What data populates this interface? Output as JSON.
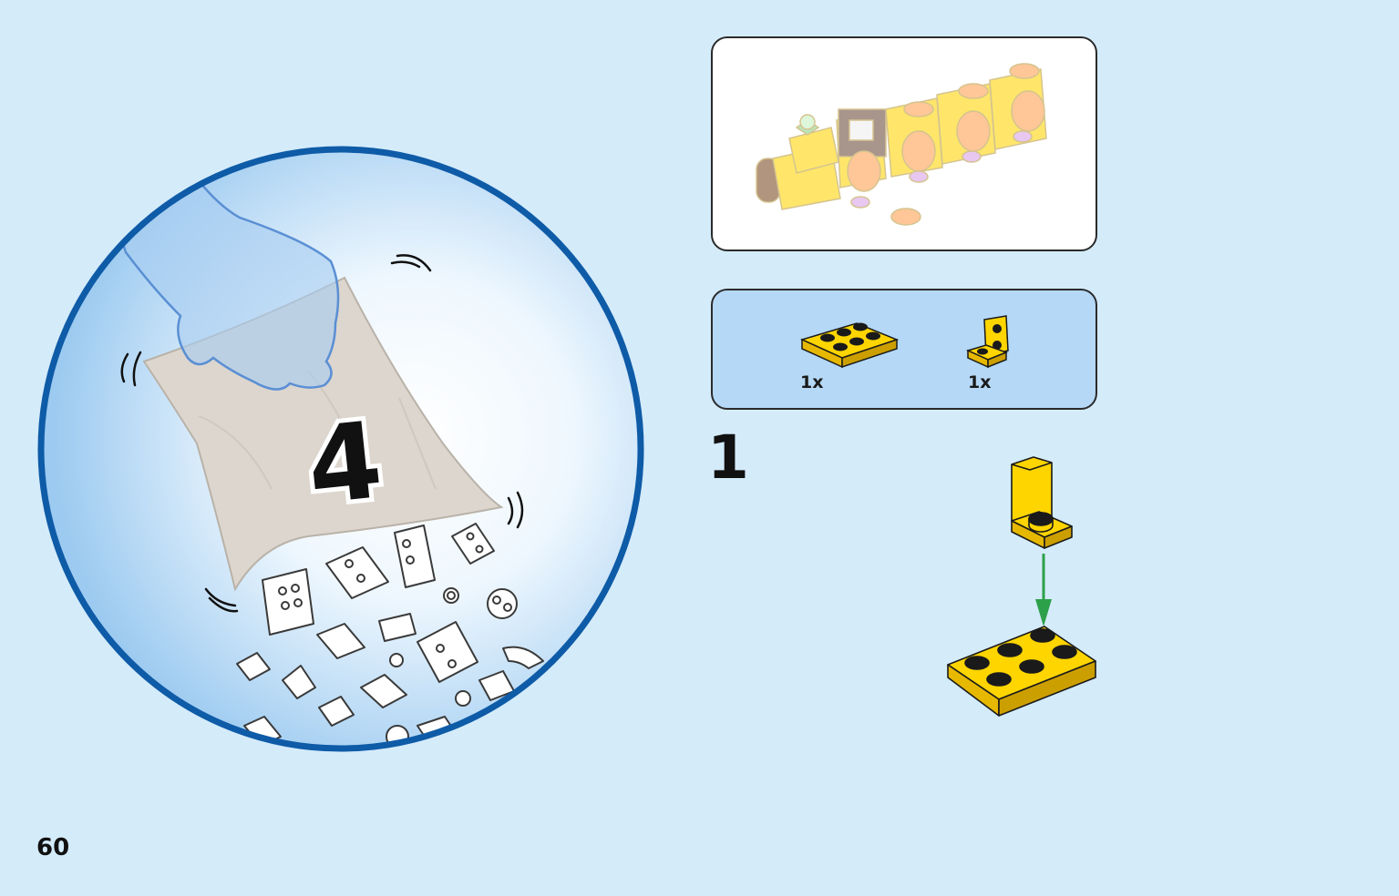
{
  "bag": {
    "number": "4",
    "icons": [
      "hand-icon",
      "paper-bag-icon",
      "loose-bricks-icon"
    ]
  },
  "model_preview": {
    "icon": "caterpillar-model-icon"
  },
  "parts_list": {
    "items": [
      {
        "icon": "plate-2x3-icon",
        "quantity": "1x",
        "color": "#ffd500"
      },
      {
        "icon": "bracket-1x1-icon",
        "quantity": "1x",
        "color": "#ffd500"
      }
    ]
  },
  "step": {
    "number": "1",
    "arrow_color": "#2da04a"
  },
  "page": {
    "number": "60"
  },
  "colors": {
    "background": "#d4ebfa",
    "circle_border": "#0e5ba7",
    "brick_yellow": "#ffd500",
    "parts_panel": "#b4d8f6"
  }
}
